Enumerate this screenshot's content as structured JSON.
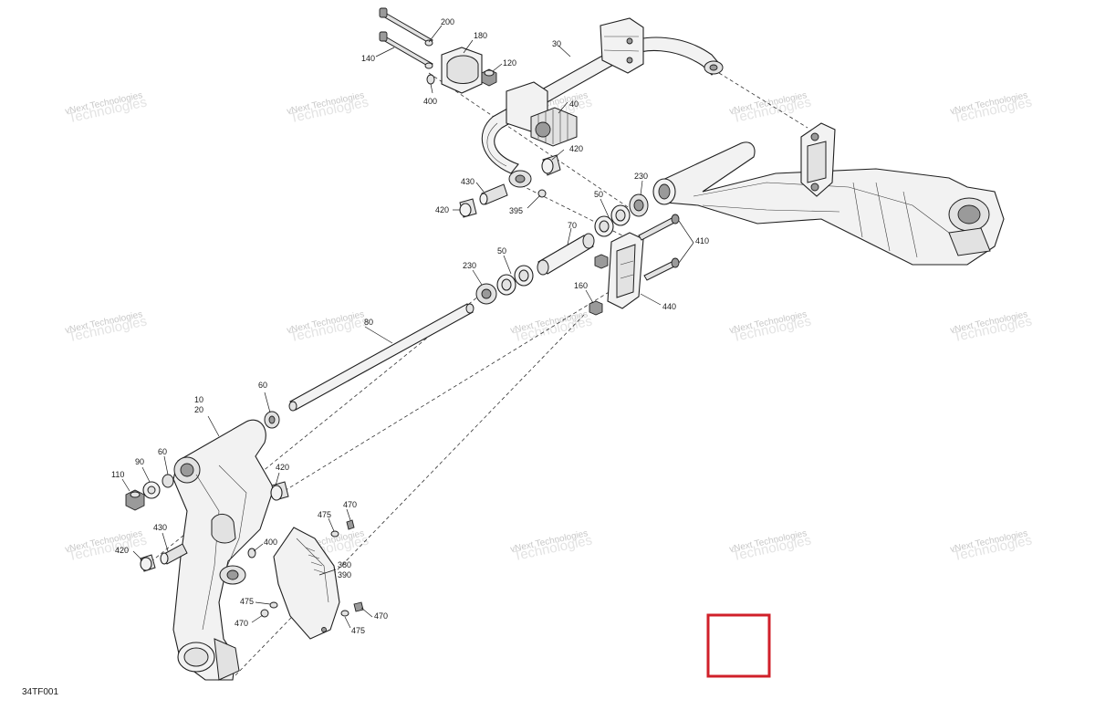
{
  "diagram": {
    "code": "34TF001",
    "watermark_line1": "vNext Technologies",
    "watermark_line2": "Technologies",
    "highlight_color": "#d0202a",
    "labels": {
      "200": "200",
      "180": "180",
      "140": "140",
      "120": "120",
      "400": "400",
      "30": "30",
      "40": "40",
      "420": "420",
      "430": "430",
      "395": "395",
      "50": "50",
      "230": "230",
      "70": "70",
      "410": "410",
      "160": "160",
      "440": "440",
      "80": "80",
      "10": "10",
      "20": "20",
      "60": "60",
      "90": "90",
      "110": "110",
      "470": "470",
      "475": "475",
      "380": "380",
      "390": "390"
    }
  }
}
